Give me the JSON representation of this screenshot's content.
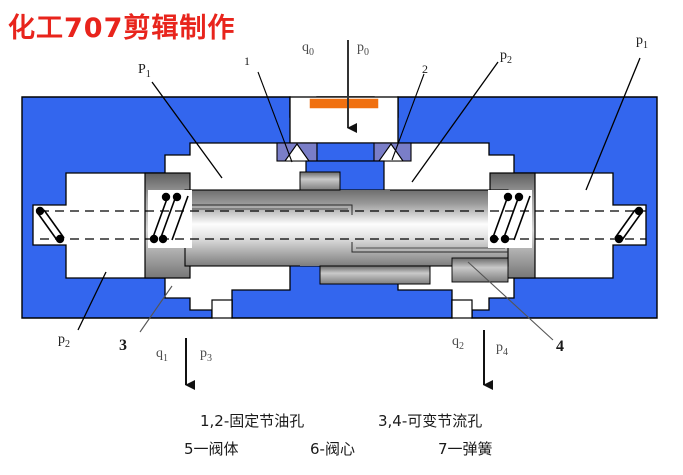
{
  "title": "化工707剪辑制作",
  "colors": {
    "title_red": "#e8241c",
    "body_blue": "#3366ee",
    "inlet_orange": "#f07010",
    "orifice_purple": "#7a7ec8",
    "spool_gray": "#8c8c8c",
    "outline": "#000000"
  },
  "labels": {
    "p1_left": {
      "text": "P",
      "sub": "1"
    },
    "orifice_1": {
      "text": "1",
      "sub": ""
    },
    "q0": {
      "text": "q",
      "sub": "0"
    },
    "p0": {
      "text": "p",
      "sub": "0"
    },
    "orifice_2": {
      "text": "2",
      "sub": ""
    },
    "p2_top": {
      "text": "p",
      "sub": "2"
    },
    "p1_right": {
      "text": "p",
      "sub": "1"
    },
    "p2_bottom": {
      "text": "p",
      "sub": "2"
    },
    "part_3": {
      "text": "3",
      "sub": ""
    },
    "q1": {
      "text": "q",
      "sub": "1"
    },
    "p3": {
      "text": "p",
      "sub": "3"
    },
    "q2": {
      "text": "q",
      "sub": "2"
    },
    "p4": {
      "text": "p",
      "sub": "4"
    },
    "part_4": {
      "text": "4",
      "sub": ""
    }
  },
  "caption": {
    "line1_left": "1,2-固定节油孔",
    "line1_right": "3,4-可变节流孔",
    "line2_a": "5一阀体",
    "line2_b": "6-阀心",
    "line2_c": "7一弹簧"
  },
  "legend_keys": {
    "k1": "1",
    "k2": "2",
    "k3": "3",
    "k4": "4",
    "k5": "5",
    "k6": "6",
    "k7": "7"
  }
}
